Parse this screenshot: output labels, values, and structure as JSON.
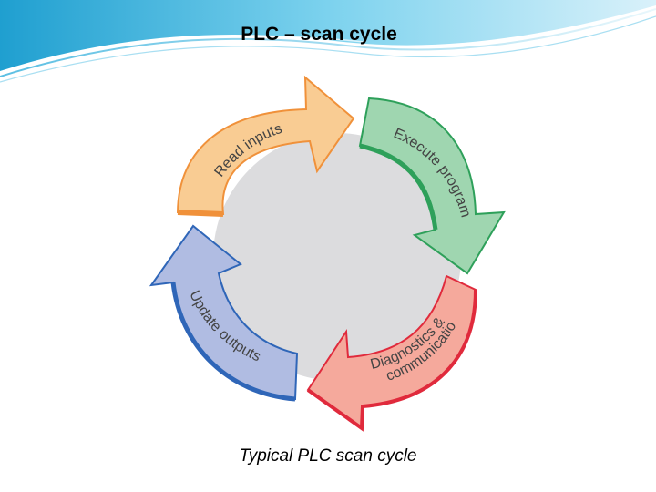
{
  "slide": {
    "title": "PLC – scan cycle",
    "caption": "Typical PLC scan cycle"
  },
  "diagram": {
    "steps": [
      {
        "label": "Read inputs",
        "fill": "#f9cc93",
        "edge": "#f0913a"
      },
      {
        "label": "Execute program",
        "fill": "#9fd6b0",
        "edge": "#2ea05a"
      },
      {
        "label_line1": "Diagnostics &",
        "label_line2": "communication",
        "fill": "#f5a99c",
        "edge": "#e02a3c"
      },
      {
        "label": "Update outputs",
        "fill": "#b0bce2",
        "edge": "#2f66b8"
      }
    ],
    "center_color": "#dcdcde",
    "accent_color": "#3ba8d4"
  }
}
